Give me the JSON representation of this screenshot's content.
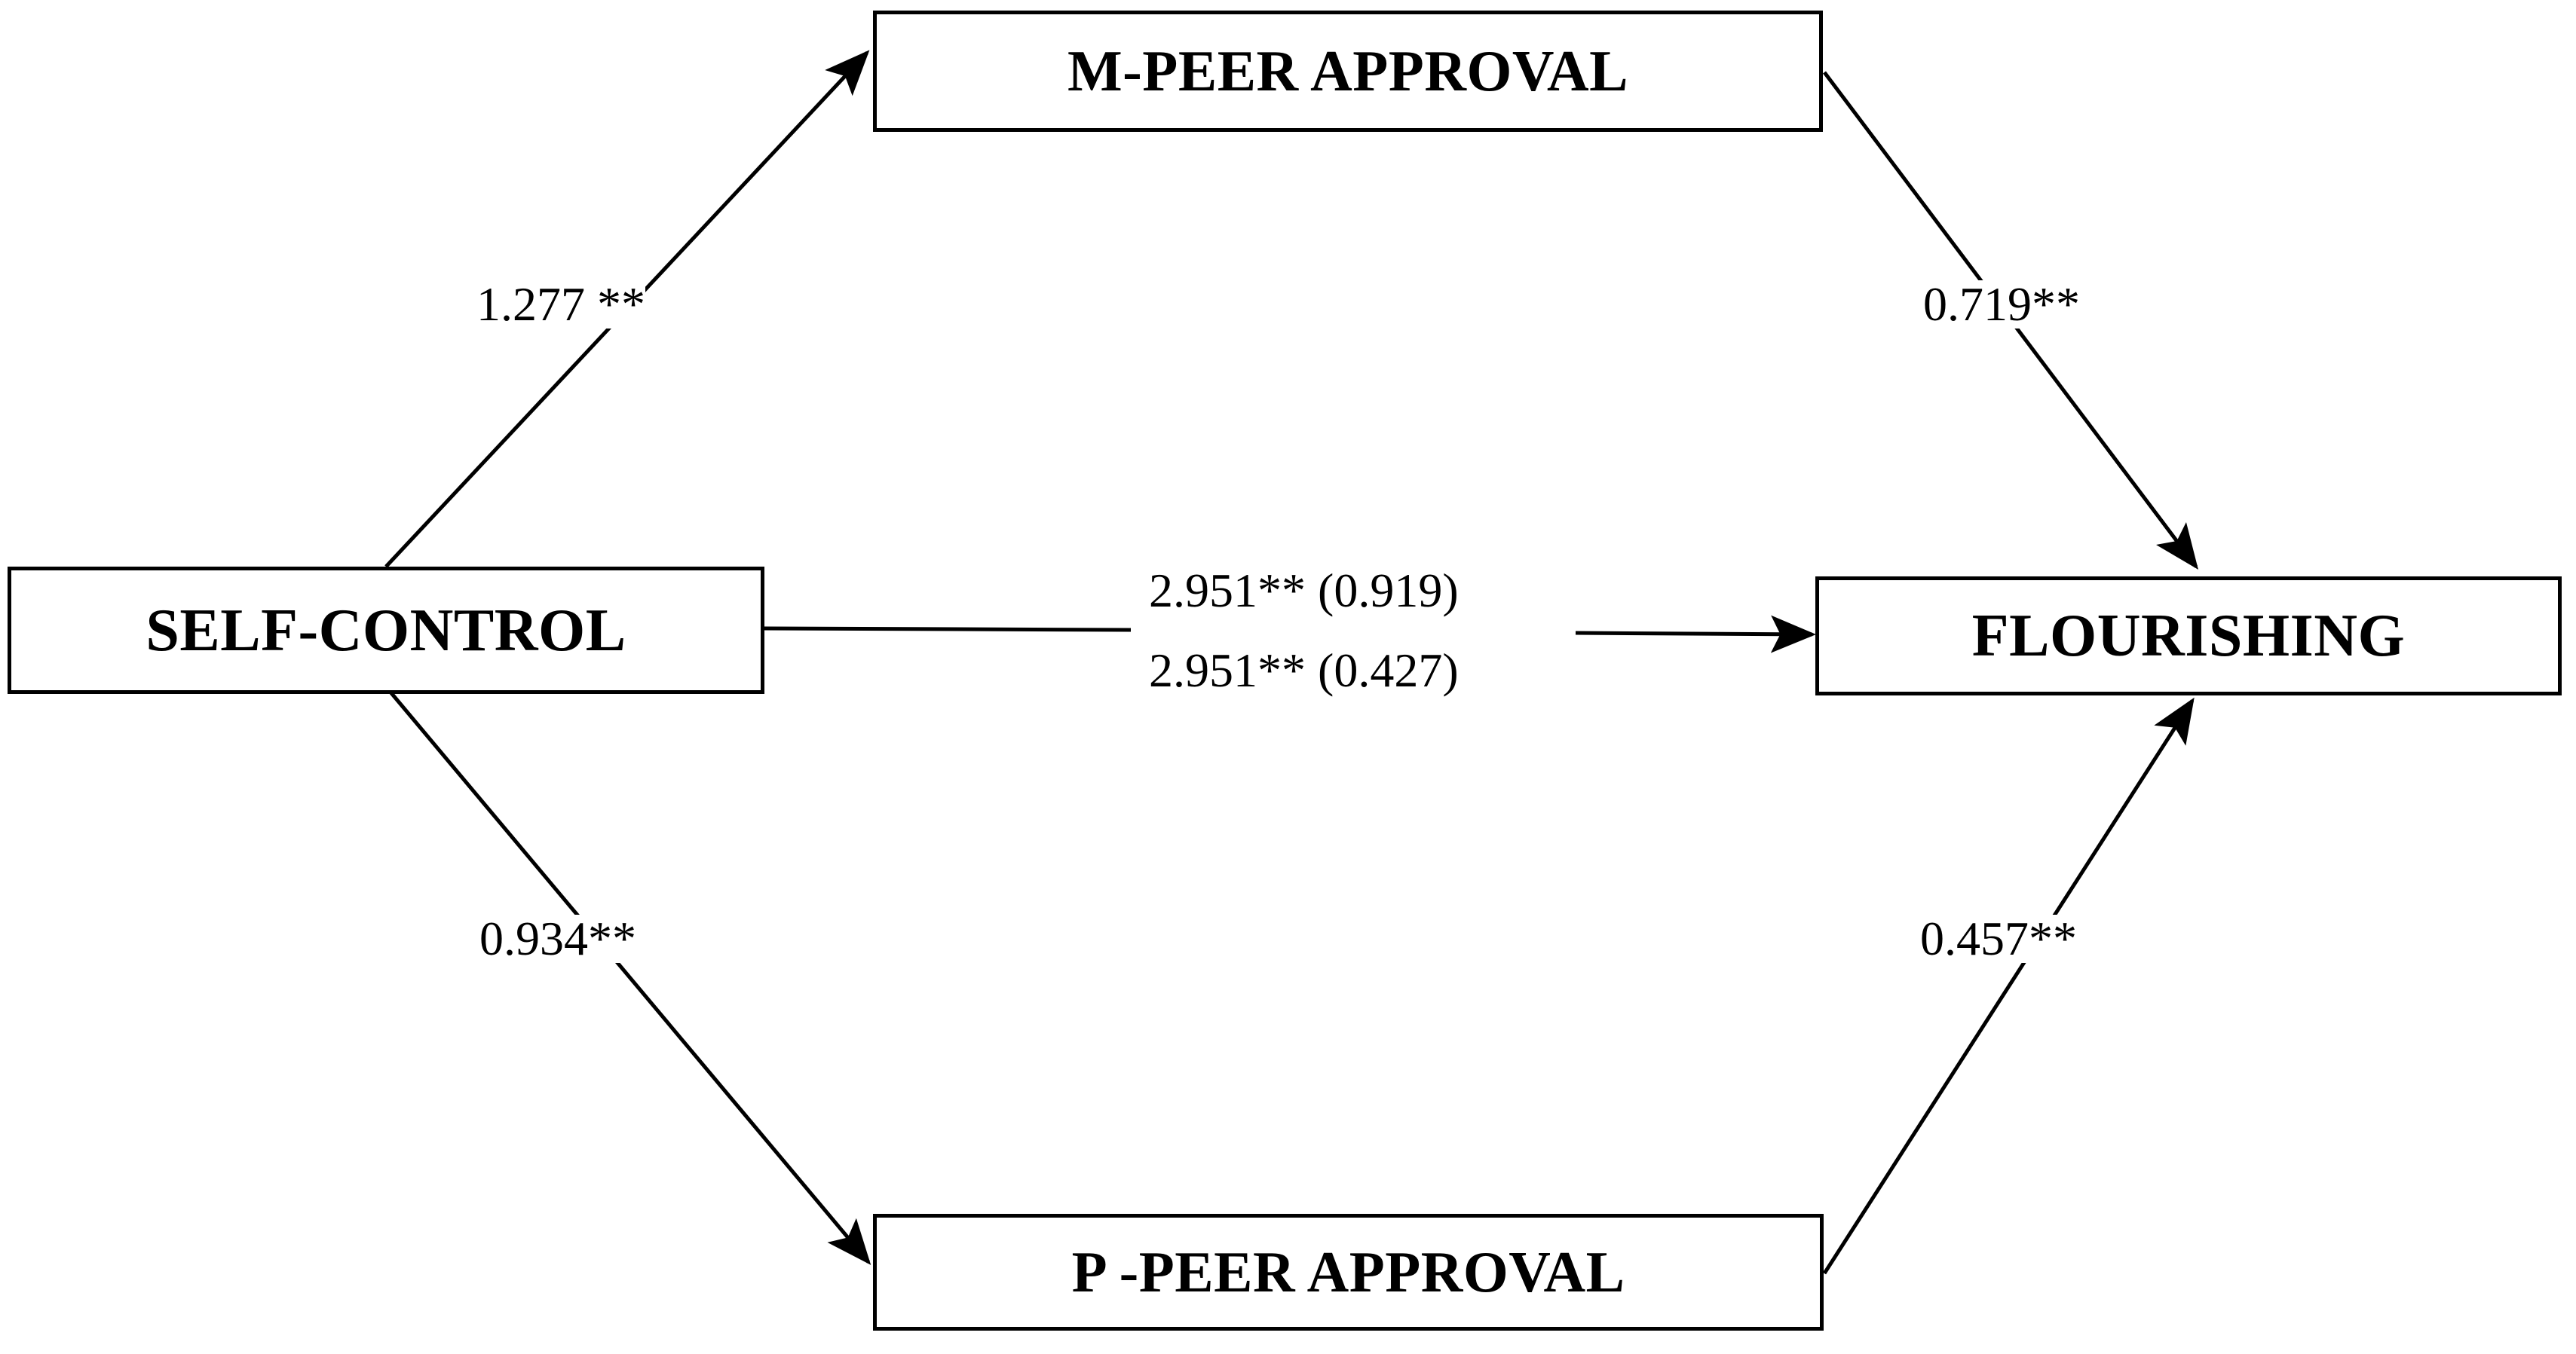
{
  "diagram": {
    "title": "Mediation model: Self-control, peer approval, and flourishing",
    "type": "path-diagram",
    "colors": {
      "background": "#ffffff",
      "stroke": "#000000",
      "text": "#000000"
    },
    "nodes": [
      {
        "id": "m-peer-approval",
        "label": "M-PEER APPROVAL"
      },
      {
        "id": "self-control",
        "label": "SELF-CONTROL"
      },
      {
        "id": "flourishing",
        "label": "FLOURISHING"
      },
      {
        "id": "p-peer-approval",
        "label": "P -PEER APPROVAL"
      }
    ],
    "edges": [
      {
        "id": "self-control-to-m-peer-approval",
        "from": "self-control",
        "to": "m-peer-approval",
        "label": "1.277 **",
        "coefficient": 1.277,
        "significance": "**"
      },
      {
        "id": "m-peer-approval-to-flourishing",
        "from": "m-peer-approval",
        "to": "flourishing",
        "label": "0.719**",
        "coefficient": 0.719,
        "significance": "**"
      },
      {
        "id": "self-control-to-flourishing-total",
        "from": "self-control",
        "to": "flourishing",
        "label": "2.951** (0.919)",
        "coefficient": 2.951,
        "significance": "**",
        "parenthetical": 0.919
      },
      {
        "id": "self-control-to-flourishing-direct",
        "from": "self-control",
        "to": "flourishing",
        "label": "2.951** (0.427)",
        "coefficient": 2.951,
        "significance": "**",
        "parenthetical": 0.427
      },
      {
        "id": "self-control-to-p-peer-approval",
        "from": "self-control",
        "to": "p-peer-approval",
        "label": "0.934**",
        "coefficient": 0.934,
        "significance": "**"
      },
      {
        "id": "p-peer-approval-to-flourishing",
        "from": "p-peer-approval",
        "to": "flourishing",
        "label": "0.457**",
        "coefficient": 0.457,
        "significance": "**"
      }
    ]
  },
  "chart_data": {
    "type": "diagram",
    "title": "",
    "categories": [
      "SELF-CONTROL",
      "M-PEER APPROVAL",
      "P -PEER APPROVAL",
      "FLOURISHING"
    ],
    "values": [
      1.277,
      0.719,
      2.951,
      0.919,
      0.427,
      0.934,
      0.457
    ],
    "series": [
      {
        "name": "SELF-CONTROL → M-PEER APPROVAL",
        "values": [
          1.277
        ]
      },
      {
        "name": "M-PEER APPROVAL → FLOURISHING",
        "values": [
          0.719
        ]
      },
      {
        "name": "SELF-CONTROL → FLOURISHING (total)",
        "values": [
          2.951,
          0.919
        ]
      },
      {
        "name": "SELF-CONTROL → FLOURISHING (direct)",
        "values": [
          2.951,
          0.427
        ]
      },
      {
        "name": "SELF-CONTROL → P -PEER APPROVAL",
        "values": [
          0.934
        ]
      },
      {
        "name": "P -PEER APPROVAL → FLOURISHING",
        "values": [
          0.457
        ]
      }
    ],
    "xlabel": "",
    "ylabel": "",
    "legend": []
  }
}
